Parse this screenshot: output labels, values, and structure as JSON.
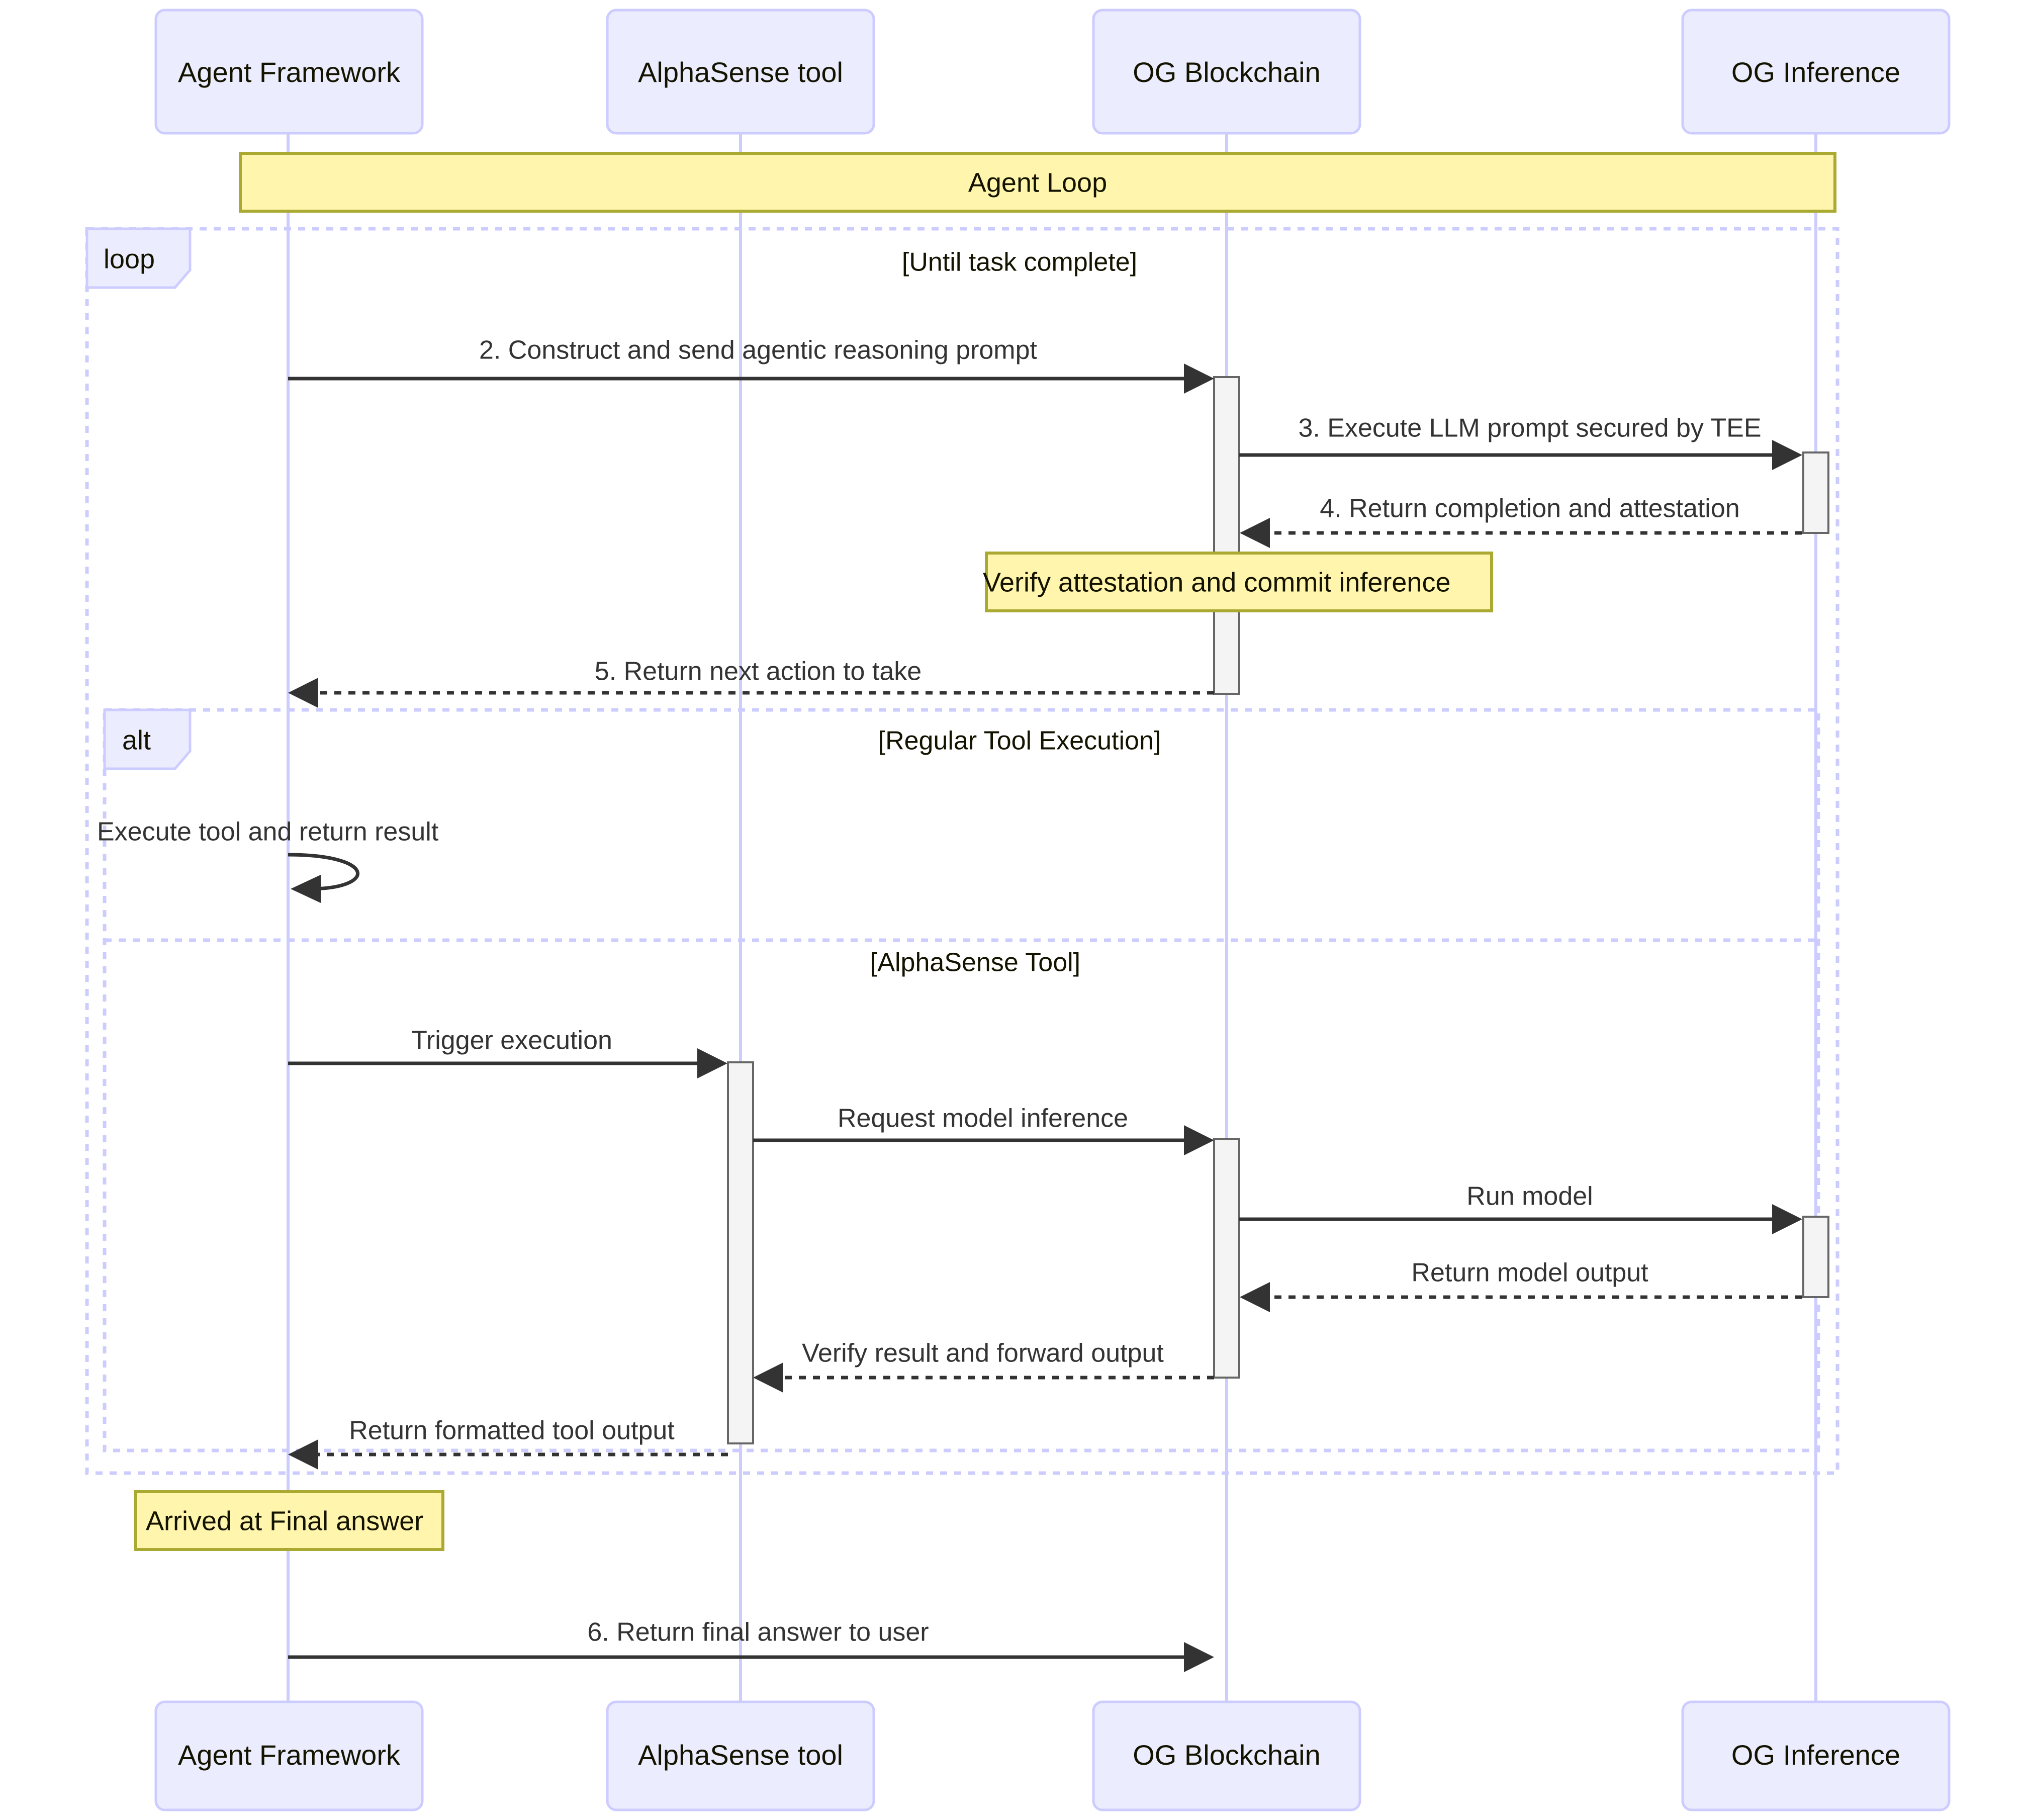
{
  "diagram": {
    "type": "sequence-diagram",
    "colors": {
      "participant_fill": "#ECECFF",
      "participant_stroke": "#CCCCFF",
      "note_fill": "#FFF5AD",
      "note_stroke": "#AAAA33",
      "activation_fill": "#F4F4F4",
      "activation_stroke": "#666666",
      "arrow": "#333333",
      "lifeline": "#CCCCFF",
      "background": "#FFFFFF"
    }
  },
  "participants": [
    {
      "id": "agent",
      "label": "Agent Framework"
    },
    {
      "id": "alphasense",
      "label": "AlphaSense tool"
    },
    {
      "id": "blockchain",
      "label": "OG Blockchain"
    },
    {
      "id": "inference",
      "label": "OG Inference"
    }
  ],
  "participants_bottom": [
    {
      "id": "agent",
      "label": "Agent Framework"
    },
    {
      "id": "alphasense",
      "label": "AlphaSense tool"
    },
    {
      "id": "blockchain",
      "label": "OG Blockchain"
    },
    {
      "id": "inference",
      "label": "OG Inference"
    }
  ],
  "banner": {
    "label": "Agent Loop"
  },
  "frames": [
    {
      "id": "loop-frame",
      "keyword": "loop",
      "condition": "[Until task complete]"
    },
    {
      "id": "alt-frame",
      "keyword": "alt",
      "condition": "[Regular Tool Execution]",
      "else_condition": "[AlphaSense Tool]"
    }
  ],
  "messages": [
    {
      "id": "m2",
      "label": "2. Construct and send agentic reasoning prompt",
      "from": "agent",
      "to": "blockchain",
      "style": "solid"
    },
    {
      "id": "m3",
      "label": "3. Execute LLM prompt secured by TEE",
      "from": "blockchain",
      "to": "inference",
      "style": "solid"
    },
    {
      "id": "m4",
      "label": "4. Return completion and attestation",
      "from": "inference",
      "to": "blockchain",
      "style": "dotted"
    },
    {
      "id": "m5",
      "label": "5. Return next action to take",
      "from": "blockchain",
      "to": "agent",
      "style": "dotted"
    },
    {
      "id": "m-self",
      "label": "Execute tool and return result",
      "from": "agent",
      "to": "agent",
      "style": "self-loop"
    },
    {
      "id": "m-trigger",
      "label": "Trigger execution",
      "from": "agent",
      "to": "alphasense",
      "style": "solid"
    },
    {
      "id": "m-request",
      "label": "Request model inference",
      "from": "alphasense",
      "to": "blockchain",
      "style": "solid"
    },
    {
      "id": "m-run",
      "label": "Run model",
      "from": "blockchain",
      "to": "inference",
      "style": "solid"
    },
    {
      "id": "m-output",
      "label": "Return model output",
      "from": "inference",
      "to": "blockchain",
      "style": "dotted"
    },
    {
      "id": "m-verify",
      "label": "Verify result and forward output",
      "from": "blockchain",
      "to": "alphasense",
      "style": "dotted"
    },
    {
      "id": "m-formatted",
      "label": "Return formatted tool output",
      "from": "alphasense",
      "to": "agent",
      "style": "dotted"
    },
    {
      "id": "m6",
      "label": "6. Return final answer to user",
      "from": "agent",
      "to": "blockchain",
      "style": "solid"
    }
  ],
  "notes": [
    {
      "id": "note-verify",
      "label": "Verify attestation and commit inference"
    },
    {
      "id": "note-final",
      "label": "Arrived at Final answer"
    }
  ]
}
